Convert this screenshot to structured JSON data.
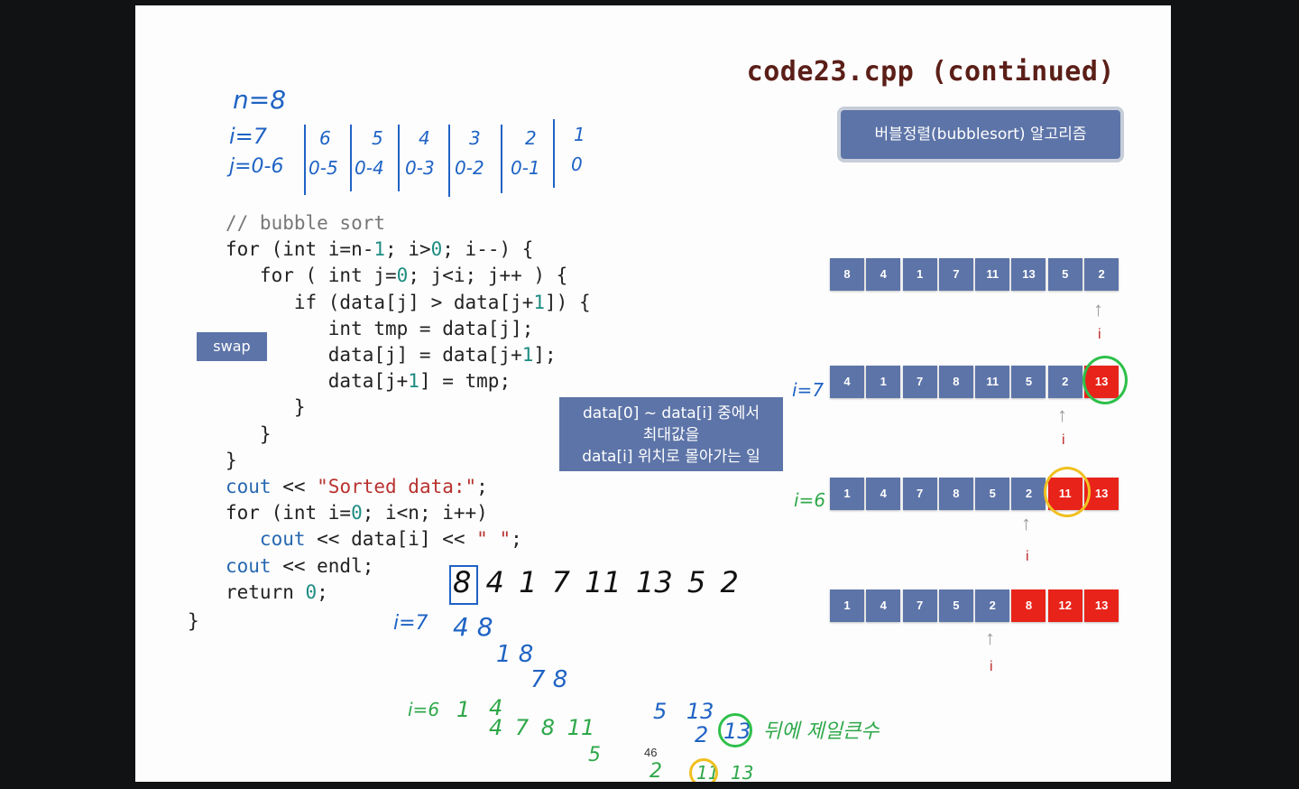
{
  "slide": {
    "title": "code23.cpp (continued)",
    "header_pill": "버블정렬(bubblesort) 알고리즘",
    "swap_label": "swap",
    "note_line1": "data[0] ~ data[i] 중에서",
    "note_line2": "최대값을",
    "note_line3": "data[i] 위치로 몰아가는 일",
    "page_number": "46"
  },
  "code": {
    "l1": "// bubble sort",
    "l2_a": "for (int i=n-",
    "l2_b": "1",
    "l2_c": "; i>",
    "l2_d": "0",
    "l2_e": "; i--) {",
    "l3_a": "   for ( int j=",
    "l3_b": "0",
    "l3_c": "; j<i; j++ ) {",
    "l4_a": "      if (data[j] > data[j+",
    "l4_b": "1",
    "l4_c": "]) {",
    "l5": "         int tmp = data[j];",
    "l6_a": "         data[j] = data[j+",
    "l6_b": "1",
    "l6_c": "];",
    "l7_a": "         data[j+",
    "l7_b": "1",
    "l7_c": "] = tmp;",
    "l8": "      }",
    "l9": "   }",
    "l10": "}",
    "l11_a": "cout",
    "l11_b": " << ",
    "l11_c": "\"Sorted data:\"",
    "l11_d": ";",
    "l12_a": "for (int i=",
    "l12_b": "0",
    "l12_c": "; i<n; i++)",
    "l13_a": "   cout",
    "l13_b": " << data[i] << ",
    "l13_c": "\" \"",
    "l13_d": ";",
    "l14_a": "cout",
    "l14_b": " << endl;",
    "l15_a": "return ",
    "l15_b": "0",
    "l15_c": ";",
    "close": "}"
  },
  "arrays": [
    {
      "values": [
        "8",
        "4",
        "1",
        "7",
        "11",
        "13",
        "5",
        "2"
      ],
      "red": []
    },
    {
      "values": [
        "4",
        "1",
        "7",
        "8",
        "11",
        "5",
        "2",
        "13"
      ],
      "red": [
        7
      ]
    },
    {
      "values": [
        "1",
        "4",
        "7",
        "8",
        "5",
        "2",
        "11",
        "13"
      ],
      "red": [
        6,
        7
      ]
    },
    {
      "values": [
        "1",
        "4",
        "7",
        "5",
        "2",
        "8",
        "12",
        "13"
      ],
      "red": [
        5,
        6,
        7
      ]
    }
  ],
  "pointer_label": "i",
  "handwriting": {
    "n": "n=8",
    "i_row": [
      "i=7",
      "6",
      "5",
      "4",
      "3",
      "2",
      "1"
    ],
    "j_row": [
      "j=0-6",
      "0-5",
      "0-4",
      "0-3",
      "0-2",
      "0-1",
      "0"
    ],
    "row_labels": [
      "i=7",
      "i=6"
    ],
    "seq": "8 4 1 7 11 13 5 2",
    "steps_i7": [
      "i=7",
      "4 8",
      "1 8",
      "7 8"
    ],
    "steps_i6": [
      "i=6",
      "1",
      "4",
      "4 7 8 11",
      "5",
      "2",
      "11",
      "13"
    ],
    "right_notes": [
      "5 13",
      "2",
      "13"
    ],
    "green_note": "뒤에 제일큰수"
  }
}
